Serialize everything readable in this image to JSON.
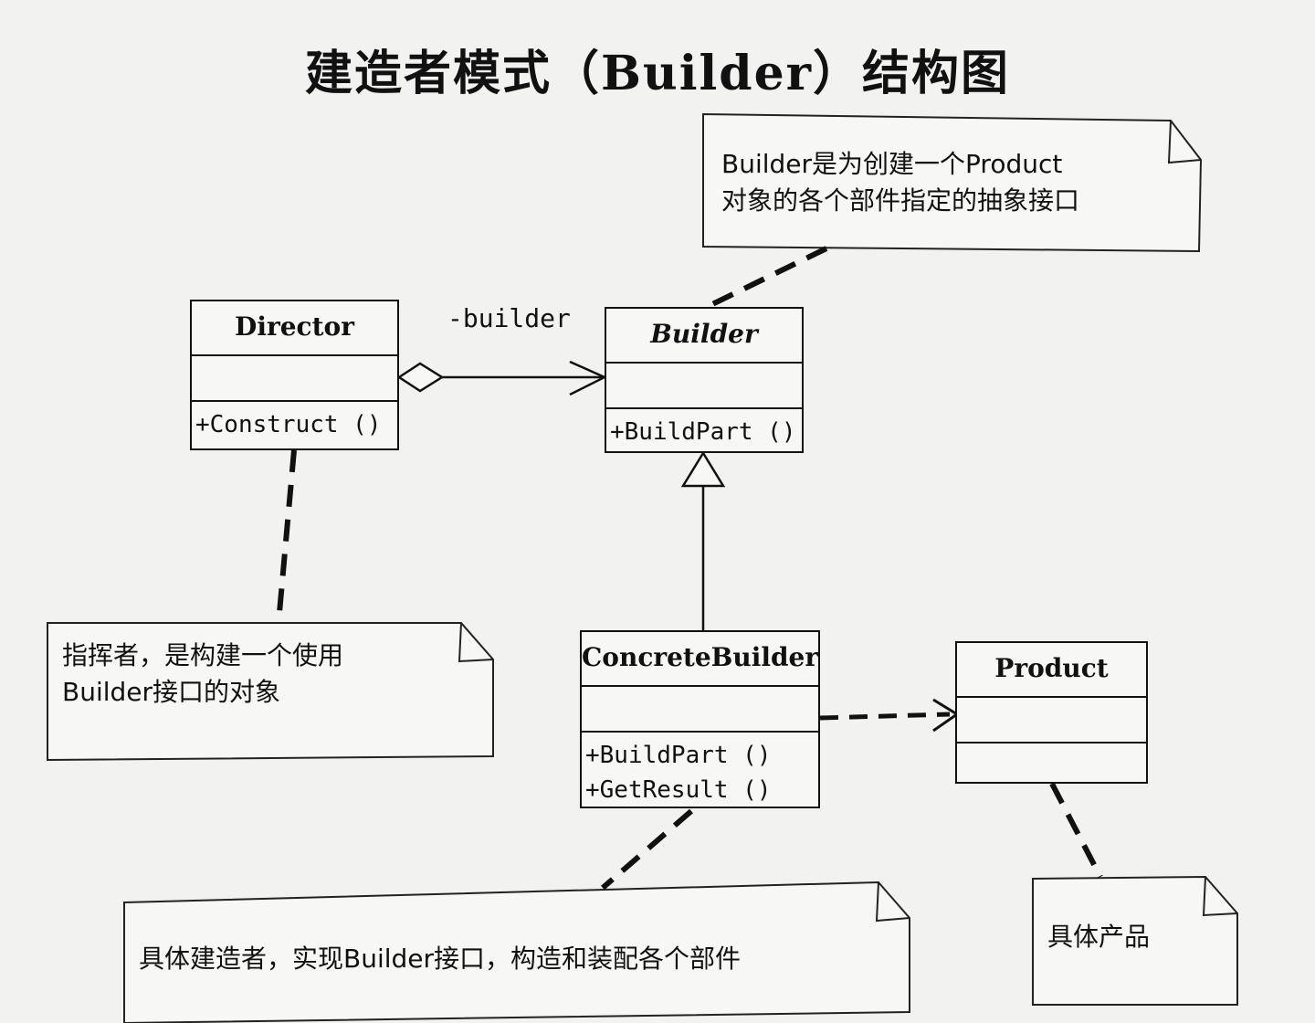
{
  "title": "建造者模式（Builder）结构图",
  "classes": {
    "director": {
      "name": "Director",
      "ops": [
        "+Construct ()"
      ]
    },
    "builder": {
      "name": "Builder",
      "ops": [
        "+BuildPart ()"
      ]
    },
    "concrete_builder": {
      "name": "ConcreteBuilder",
      "ops": [
        "+BuildPart ()",
        "+GetResult ()"
      ]
    },
    "product": {
      "name": "Product",
      "ops": []
    }
  },
  "association_label": "-builder",
  "notes": {
    "builder": "Builder是为创建一个Product\n对象的各个部件指定的抽象接口",
    "director": "指挥者，是构建一个使用\nBuilder接口的对象",
    "concrete_builder": "具体建造者，实现Builder接口，构造和装配各个部件",
    "product": "具体产品"
  }
}
